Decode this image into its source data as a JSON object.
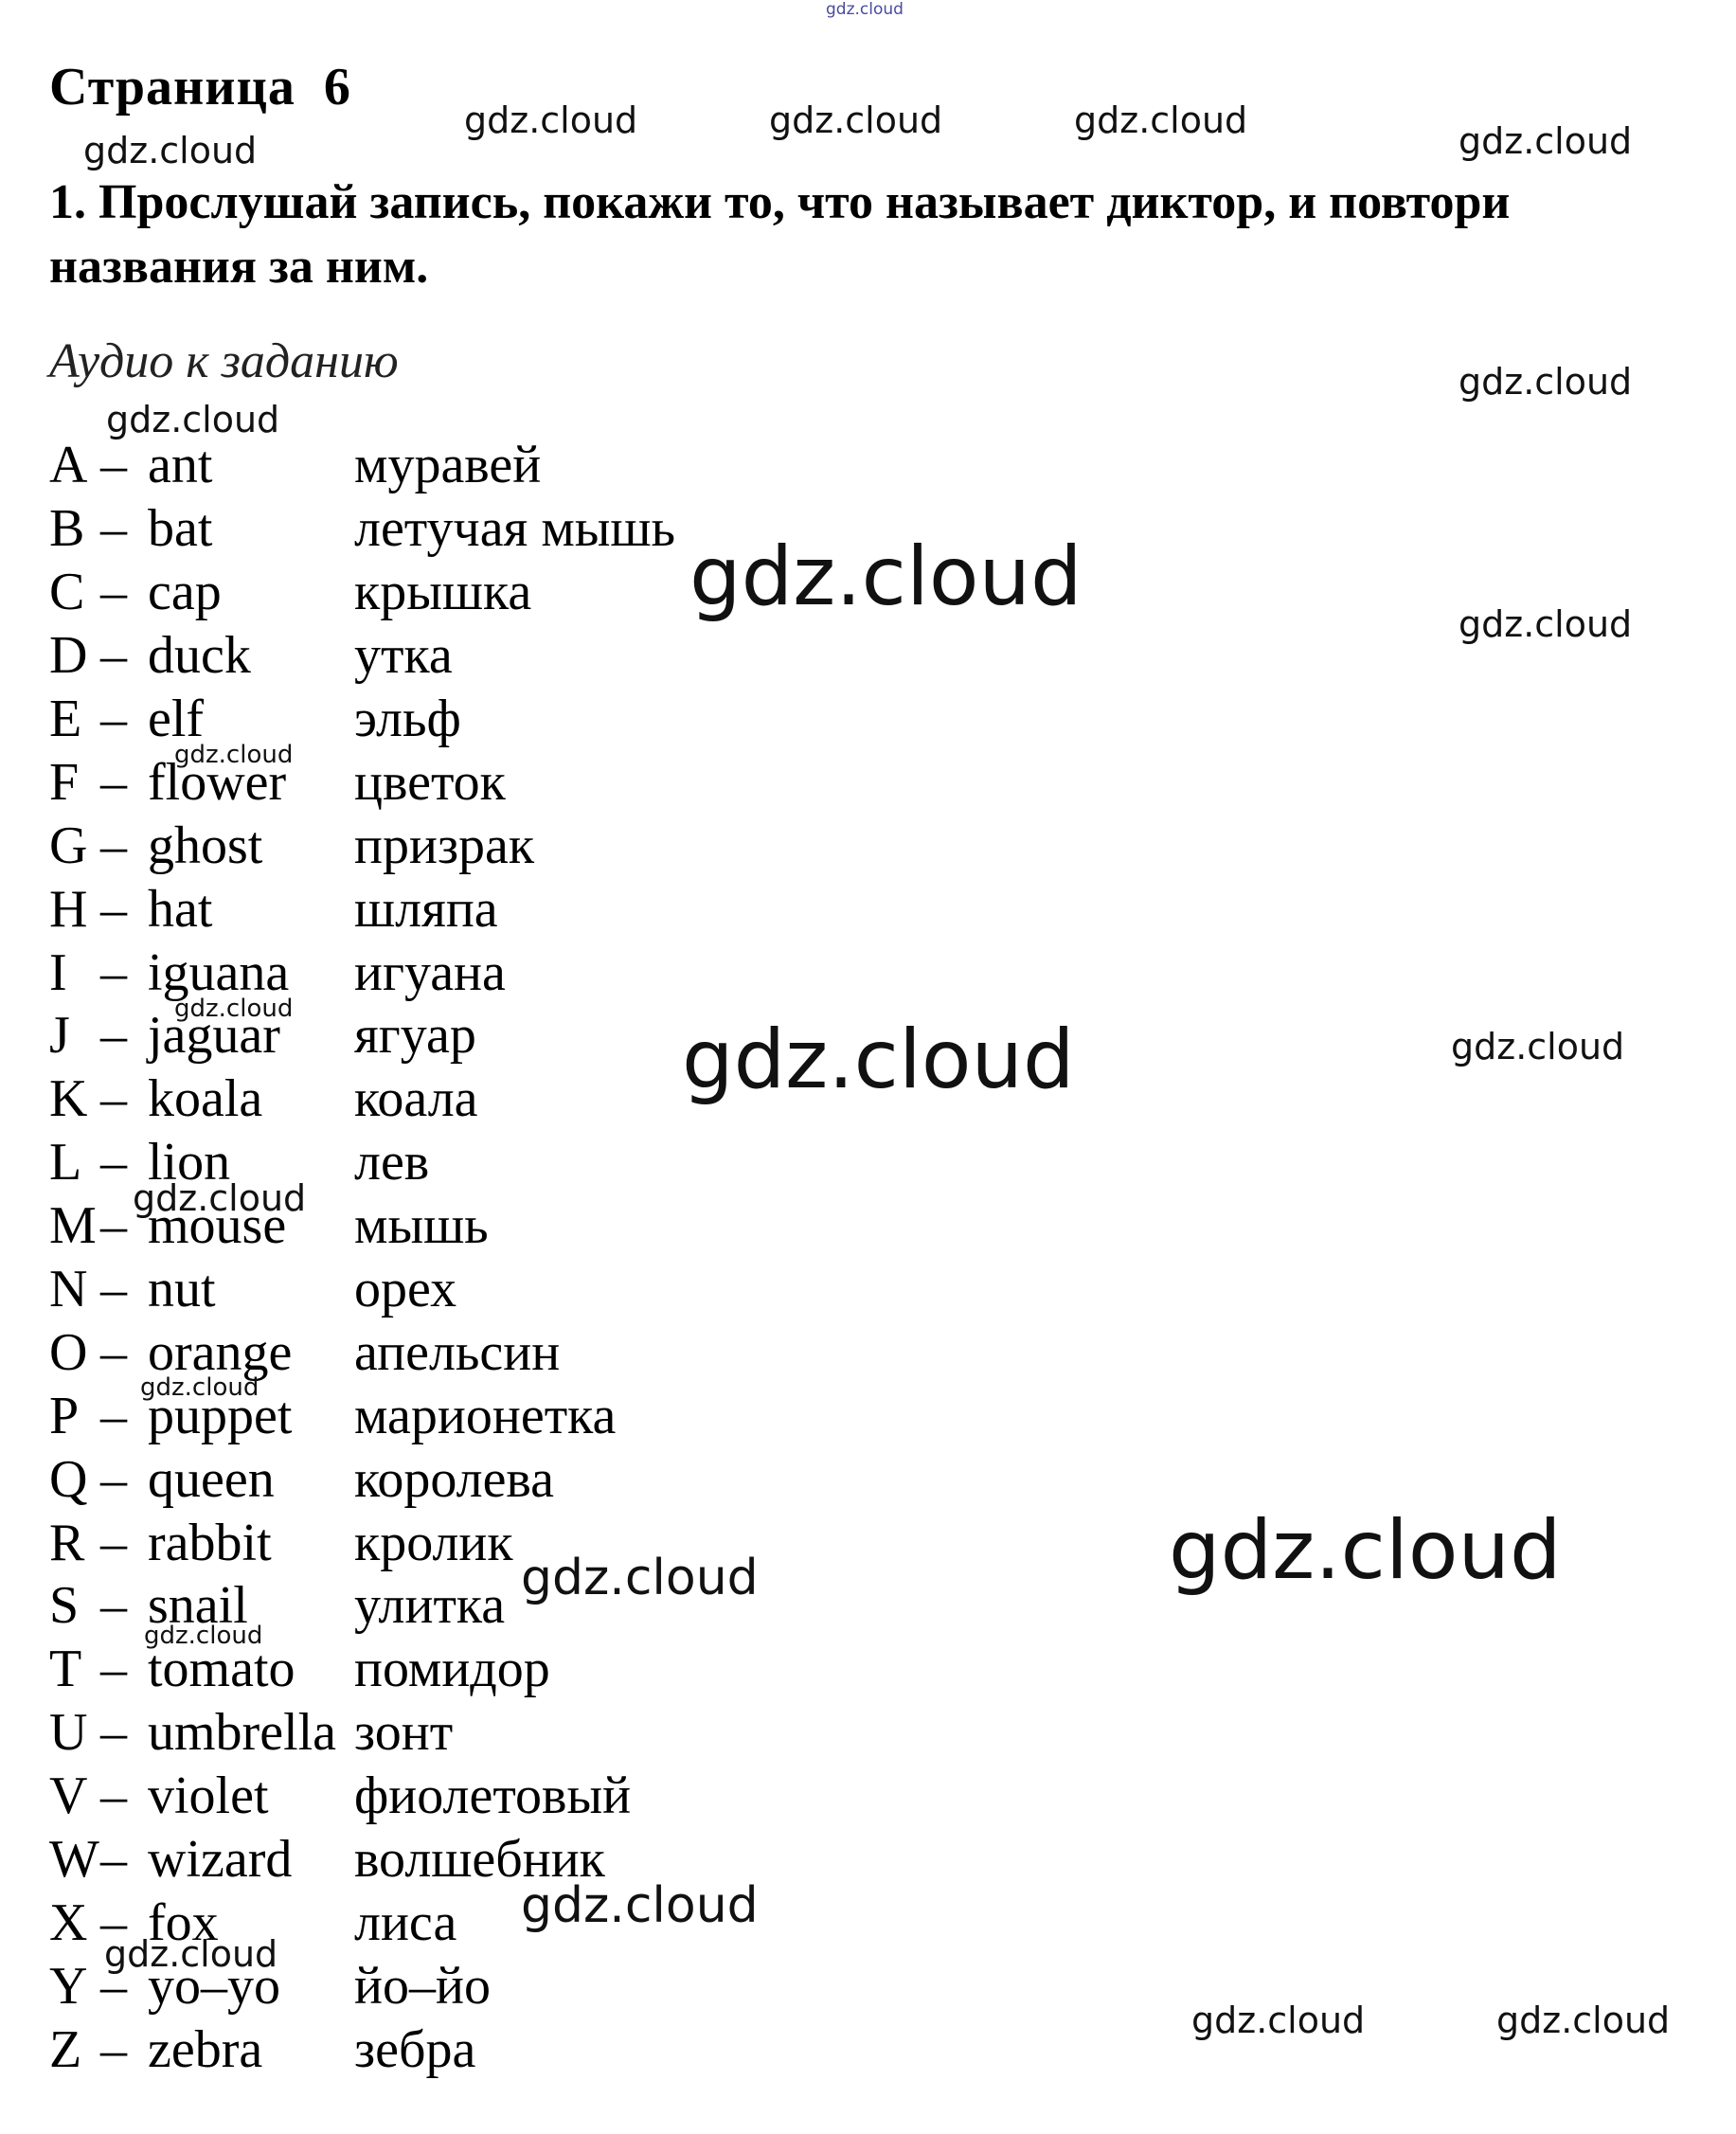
{
  "page": {
    "title": "Страница  6"
  },
  "task": {
    "text": "1. Прослушай запись, покажи то, что называет диктор, и повтори названия за ним."
  },
  "audio_link": {
    "label": "Аудио к заданию"
  },
  "dash": "–",
  "words": [
    {
      "letter": "A",
      "english": "ant",
      "russian": "муравей"
    },
    {
      "letter": "B",
      "english": "bat",
      "russian": "летучая мышь"
    },
    {
      "letter": "C",
      "english": "cap",
      "russian": "крышка"
    },
    {
      "letter": "D",
      "english": "duck",
      "russian": "утка"
    },
    {
      "letter": "E",
      "english": "elf",
      "russian": "эльф"
    },
    {
      "letter": "F",
      "english": "flower",
      "russian": "цветок"
    },
    {
      "letter": "G",
      "english": "ghost",
      "russian": "призрак"
    },
    {
      "letter": "H",
      "english": "hat",
      "russian": "шляпа"
    },
    {
      "letter": "I",
      "english": "iguana",
      "russian": "игуана"
    },
    {
      "letter": "J",
      "english": "jaguar",
      "russian": "ягуар"
    },
    {
      "letter": "K",
      "english": "koala",
      "russian": "коала"
    },
    {
      "letter": "L",
      "english": "lion",
      "russian": "лев"
    },
    {
      "letter": "M",
      "english": "mouse",
      "russian": "мышь"
    },
    {
      "letter": "N",
      "english": "nut",
      "russian": "орех"
    },
    {
      "letter": "O",
      "english": "orange",
      "russian": "апельсин"
    },
    {
      "letter": "P",
      "english": "puppet",
      "russian": "марионетка"
    },
    {
      "letter": "Q",
      "english": "queen",
      "russian": "королева"
    },
    {
      "letter": "R",
      "english": "rabbit",
      "russian": "кролик"
    },
    {
      "letter": "S",
      "english": "snail",
      "russian": "улитка"
    },
    {
      "letter": "T",
      "english": "tomato",
      "russian": "помидор"
    },
    {
      "letter": "U",
      "english": "umbrella",
      "russian": "зонт"
    },
    {
      "letter": "V",
      "english": "violet",
      "russian": "фиолетовый"
    },
    {
      "letter": "W",
      "english": "wizard",
      "russian": "волшебник"
    },
    {
      "letter": "X",
      "english": "fox",
      "russian": "лиса"
    },
    {
      "letter": "Y",
      "english": "yo–yo",
      "russian": "йо–йо"
    },
    {
      "letter": "Z",
      "english": "zebra",
      "russian": "зебра"
    }
  ],
  "watermark": "gdz.cloud"
}
